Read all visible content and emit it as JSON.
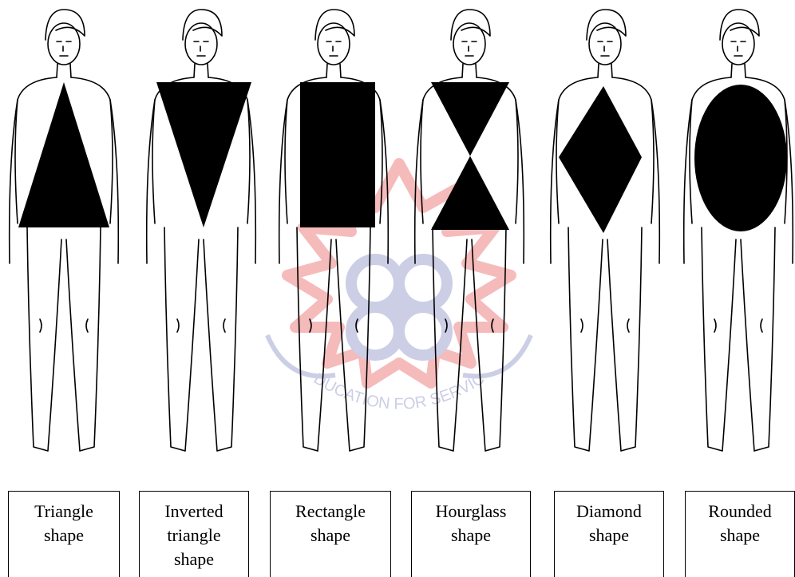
{
  "figures": [
    {
      "shape": "triangle",
      "label": "Triangle\nshape"
    },
    {
      "shape": "inverted-triangle",
      "label": "Inverted\ntriangle\nshape"
    },
    {
      "shape": "rectangle",
      "label": "Rectangle\nshape"
    },
    {
      "shape": "hourglass",
      "label": "Hourglass\nshape"
    },
    {
      "shape": "diamond",
      "label": "Diamond\nshape"
    },
    {
      "shape": "rounded",
      "label": "Rounded\nshape"
    }
  ],
  "watermark": {
    "text": "EDUCATION FOR SERVICE",
    "colors": {
      "red": "#e96b6b",
      "blue": "#8f93c9"
    }
  },
  "colors": {
    "ink": "#000000",
    "paper": "#ffffff"
  }
}
